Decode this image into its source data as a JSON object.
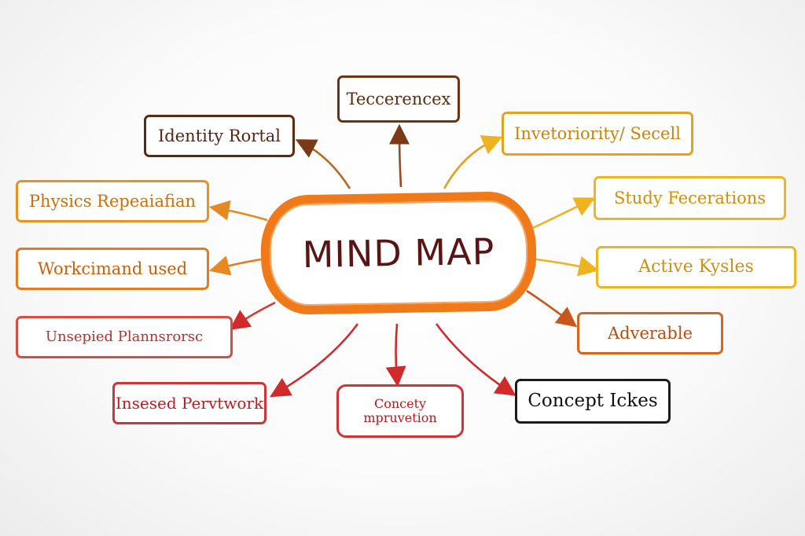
{
  "center": {
    "label": "MIND MAP",
    "color": "#f07a19"
  },
  "nodes": {
    "tecc": "Teccerencex",
    "identity": "Identity Rortal",
    "invetoriority": "Invetoriority/ Secell",
    "physics": "Physics Repeaiafian",
    "study": "Study Fecerations",
    "workcimand": "Workcimand used",
    "active": "Active Kysles",
    "unsepied": "Unsepied Plannsrorsc",
    "adverable": "Adverable",
    "insesed": "Insesed Pervtwork",
    "concety_line1": "Concety",
    "concety_line2": "mpruvetion",
    "concept_ickes": "Concept Ickes"
  }
}
